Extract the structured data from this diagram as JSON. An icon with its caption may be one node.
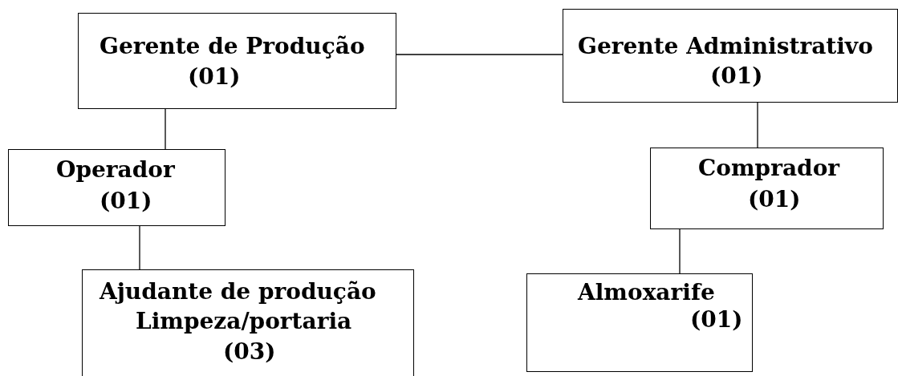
{
  "diagram": {
    "nodes": [
      {
        "text": [
          "Gerente de Produção",
          "(01)"
        ]
      },
      {
        "text": [
          "Gerente Administrativo",
          "(01)"
        ]
      },
      {
        "text": [
          "Operador",
          "(01)"
        ]
      },
      {
        "text": [
          "Comprador",
          "(01)"
        ]
      },
      {
        "text": [
          "Ajudante de produção",
          "Limpeza/portaria",
          "(03)"
        ]
      },
      {
        "text": [
          "Almoxarife",
          "(01)"
        ]
      }
    ],
    "edges": [
      {
        "from": 0,
        "to": 1,
        "arrow": "none"
      },
      {
        "from": 0,
        "to": 2,
        "arrow": "none"
      },
      {
        "from": 1,
        "to": 3,
        "arrow": "none"
      },
      {
        "from": 2,
        "to": 4,
        "arrow": "none"
      },
      {
        "from": 3,
        "to": 5,
        "arrow": "none"
      }
    ]
  }
}
